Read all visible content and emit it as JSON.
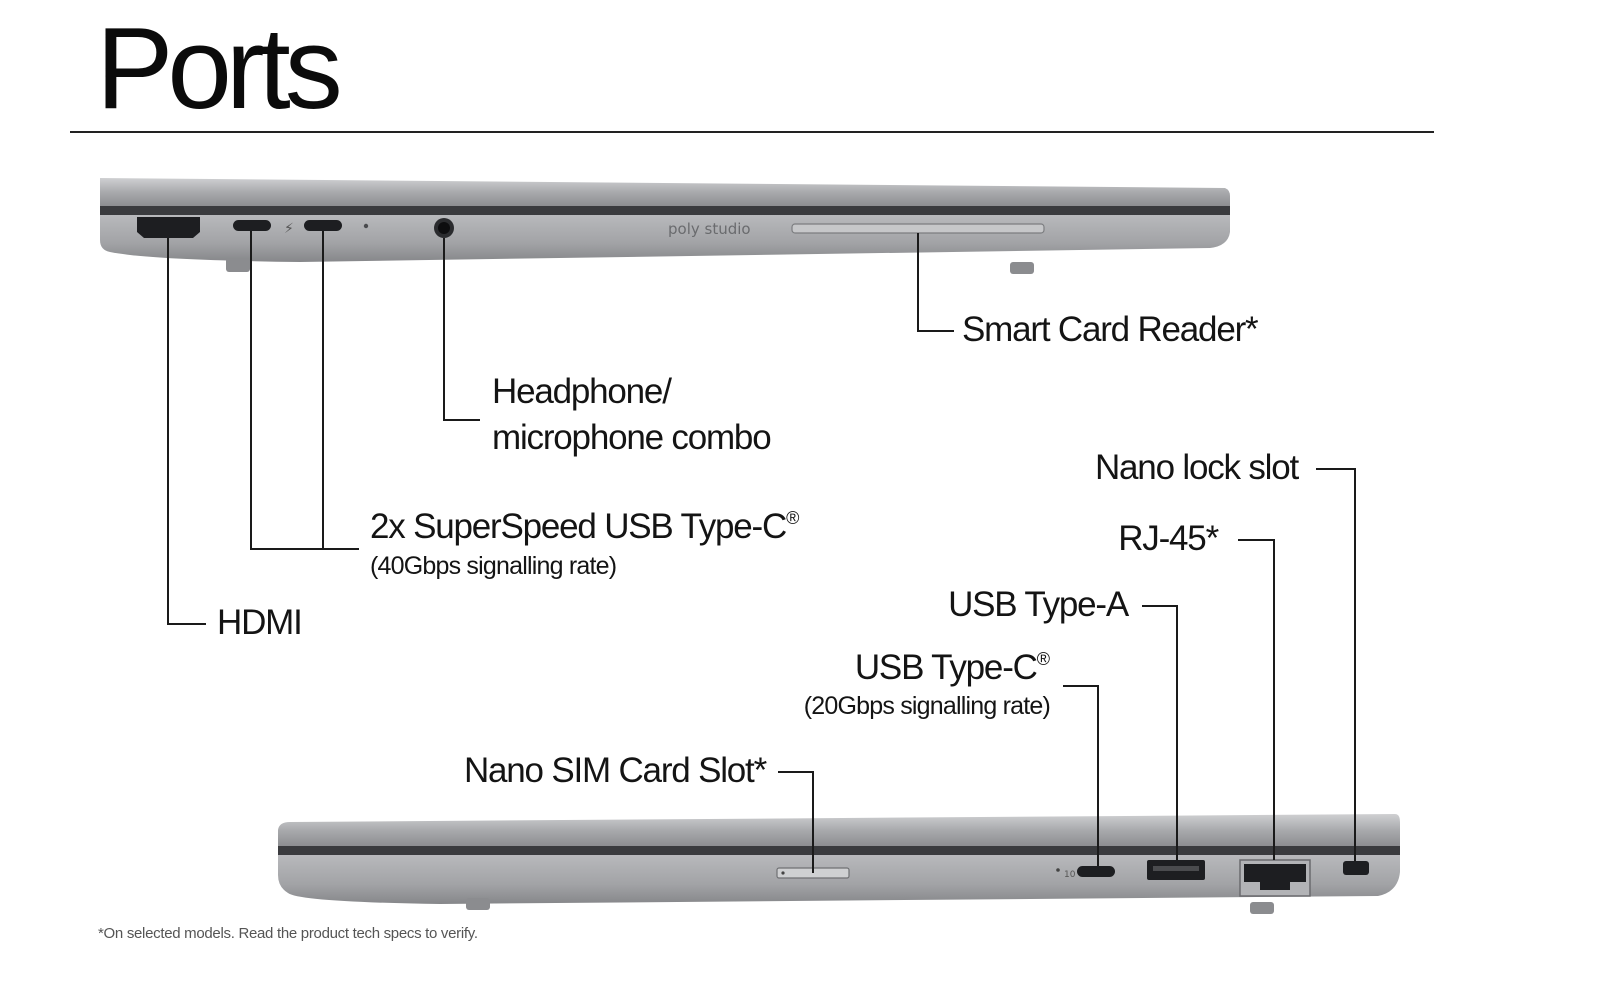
{
  "title": "Ports",
  "laptop_left": {
    "brand_text": "poly studio",
    "bolt_glyph": "⚡"
  },
  "laptop_right": {
    "usbc_mark": "10"
  },
  "labels": {
    "smart_card": "Smart Card Reader*",
    "headphone_line1": "Headphone/",
    "headphone_line2": "microphone combo",
    "usbc_left": "2x SuperSpeed USB Type-C",
    "usbc_left_reg": "®",
    "usbc_left_sub": "(40Gbps signalling rate)",
    "hdmi": "HDMI",
    "nano_lock": "Nano lock slot",
    "rj45": "RJ-45*",
    "usb_a": "USB Type-A",
    "usbc_right": "USB Type-C",
    "usbc_right_reg": "®",
    "usbc_right_sub": "(20Gbps signalling rate)",
    "nano_sim": "Nano SIM Card Slot*"
  },
  "footnote": "*On selected models. Read the product tech specs to verify.",
  "colors": {
    "chassis_top": "#b9babc",
    "chassis_mid": "#9c9da0",
    "chassis_dark": "#3a3b3e",
    "port_fill": "#1d1e21",
    "callout_line": "#1a1a1a"
  }
}
